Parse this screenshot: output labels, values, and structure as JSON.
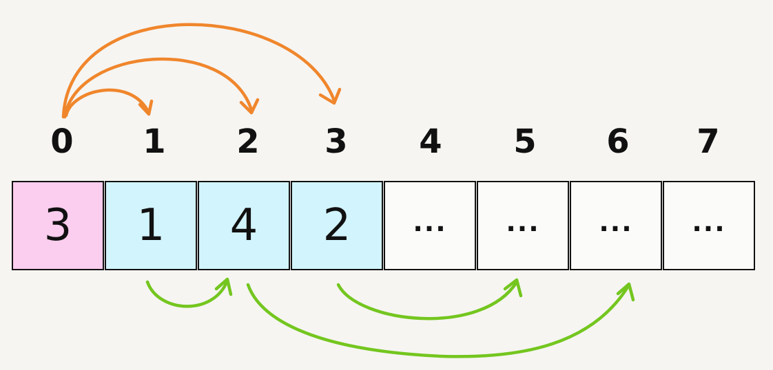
{
  "colors": {
    "highlight_cell": "#fbcdee",
    "active_cell": "#d2f4fd",
    "empty_cell": "#fbfbfa",
    "top_arrows": "#f0862c",
    "bottom_arrows": "#74c61f"
  },
  "indices": [
    "0",
    "1",
    "2",
    "3",
    "4",
    "5",
    "6",
    "7"
  ],
  "cells": [
    {
      "value": "3",
      "state": "highlight"
    },
    {
      "value": "1",
      "state": "active"
    },
    {
      "value": "4",
      "state": "active"
    },
    {
      "value": "2",
      "state": "active"
    },
    {
      "value": "...",
      "state": "empty"
    },
    {
      "value": "...",
      "state": "empty"
    },
    {
      "value": "...",
      "state": "empty"
    },
    {
      "value": "...",
      "state": "empty"
    }
  ],
  "top_arrows": [
    {
      "from": 0,
      "to": 1
    },
    {
      "from": 0,
      "to": 2
    },
    {
      "from": 0,
      "to": 3
    }
  ],
  "bottom_arrows": [
    {
      "from": 1,
      "to": 2
    },
    {
      "from": 3,
      "to": 5
    },
    {
      "from": 2,
      "to": 6
    }
  ]
}
